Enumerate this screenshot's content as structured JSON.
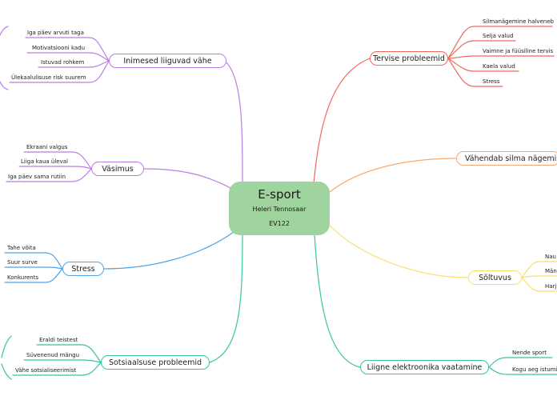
{
  "center": {
    "title": "E-sport",
    "author": "Heleri Tennosaar",
    "code": "EV122"
  },
  "colors": {
    "purple": "#b87fe0",
    "blue": "#4ea3e8",
    "teal": "#36c4a3",
    "red": "#f0675c",
    "orange": "#f6aa72",
    "yellow": "#f7df6a",
    "center": "#9fd49e"
  },
  "branches": {
    "inimesed": {
      "label": "Inimesed liiguvad vähe",
      "leaves": [
        "Iga päev arvuti taga",
        "Motivatsiooni kadu",
        "Istuvad rohkem",
        "Ülekaalulisuse risk suurem"
      ]
    },
    "vasimus": {
      "label": "Väsimus",
      "leaves": [
        "Ekraani valgus",
        "Liiga kaua üleval",
        "Iga päev sama rutiin"
      ]
    },
    "stress": {
      "label": "Stress",
      "leaves": [
        "Tahe võita",
        "Suur surve",
        "Konkurents"
      ]
    },
    "sotsiaalsus": {
      "label": "Sotsiaalsuse probleemid",
      "leaves": [
        "Eraldi teistest",
        "Süvenenud mängu",
        "Vähe sotsialiseerimist"
      ]
    },
    "tervise": {
      "label": "Tervise probleemid",
      "leaves": [
        "Silmanägemine halveneb",
        "Selja valud",
        "Vaimne ja füüsiline tervis",
        "Kaela valud",
        "Stress"
      ]
    },
    "vahendab": {
      "label": "Vähendab silma nägemise"
    },
    "soltuvus": {
      "label": "Sõltuvus",
      "leaves": [
        "Nau",
        "Män",
        "Harj"
      ]
    },
    "elektroonika": {
      "label": "Liigne elektroonika vaatamine",
      "leaves": [
        "Nende sport",
        "Kogu aeg istumine"
      ]
    }
  }
}
